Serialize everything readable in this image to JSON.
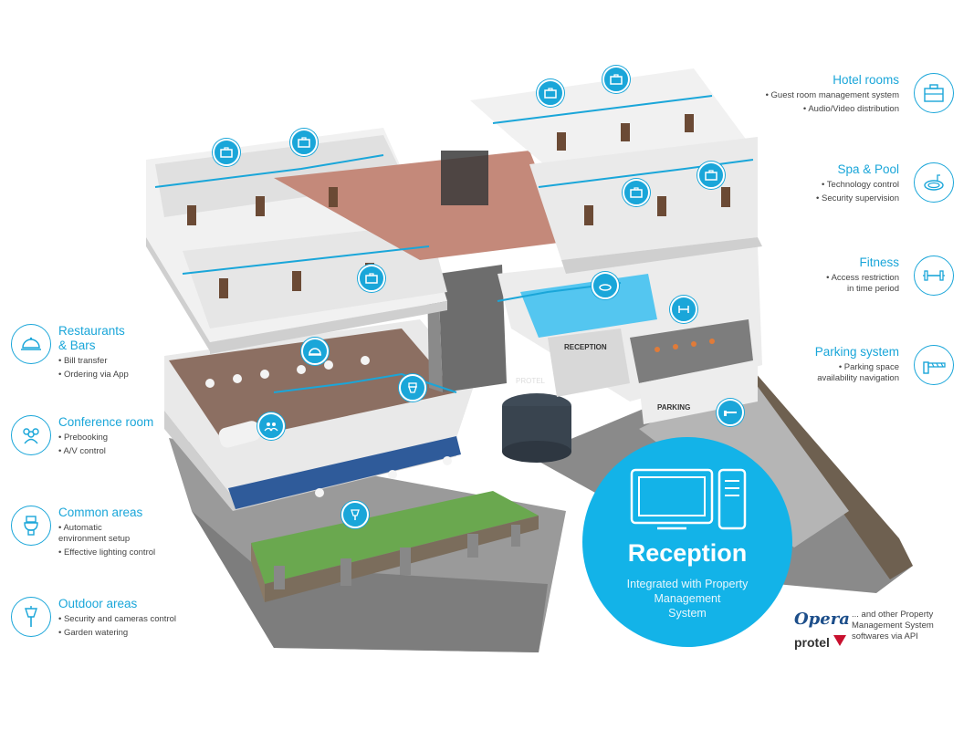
{
  "left_features": [
    {
      "title": "Restaurants\n& Bars",
      "items": [
        "Bill transfer",
        "Ordering via App"
      ],
      "icon": "cloche-icon"
    },
    {
      "title": "Conference room",
      "items": [
        "Prebooking",
        "A/V control"
      ],
      "icon": "people-icon"
    },
    {
      "title": "Common areas",
      "items": [
        "Automatic\nenvironment setup",
        "Effective lighting control"
      ],
      "icon": "toilet-icon"
    },
    {
      "title": "Outdoor areas",
      "items": [
        "Security and cameras control",
        "Garden watering"
      ],
      "icon": "lamp-icon"
    }
  ],
  "right_features": [
    {
      "title": "Hotel rooms",
      "items": [
        "Guest room management system",
        "Audio/Video distribution"
      ],
      "icon": "suitcase-icon"
    },
    {
      "title": "Spa & Pool",
      "items": [
        "Technology control",
        "Security supervision"
      ],
      "icon": "pool-icon"
    },
    {
      "title": "Fitness",
      "items": [
        "Access restriction\nin time period"
      ],
      "icon": "dumbbell-icon"
    },
    {
      "title": "Parking system",
      "items": [
        "Parking space\navailability navigation"
      ],
      "icon": "barrier-icon"
    }
  ],
  "reception": {
    "title": "Reception",
    "subtitle": "Integrated with Property\nManagement\nSystem"
  },
  "building_labels": {
    "reception": "RECEPTION",
    "parking": "PARKING",
    "brand_sign": "PROTEL"
  },
  "pms": {
    "opera_logo": "Opera",
    "protel_logo": "protel",
    "other_text": "... and other Property\nManagement System\nsoftwares via API"
  },
  "colors": {
    "accent": "#1aa6d9",
    "reception_bg": "#13b3e8"
  }
}
